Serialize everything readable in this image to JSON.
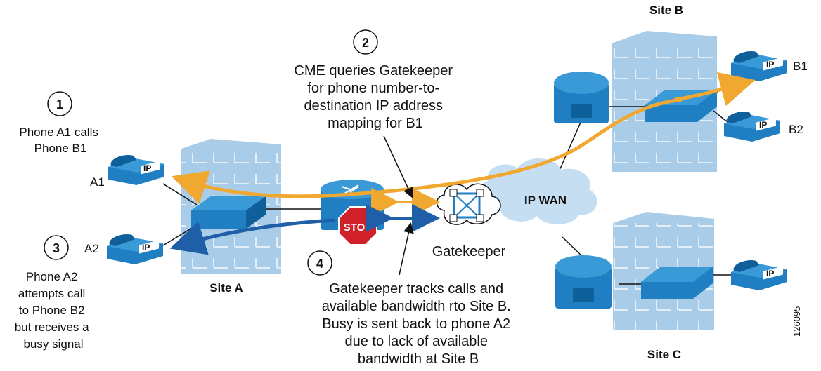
{
  "steps": {
    "s1": {
      "num": "1",
      "text": [
        "Phone A1 calls",
        "Phone B1"
      ]
    },
    "s2": {
      "num": "2",
      "text": [
        "CME queries Gatekeeper",
        "for phone number-to-",
        "destination IP address",
        "mapping for B1"
      ]
    },
    "s3": {
      "num": "3",
      "text": [
        "Phone A2",
        "attempts call",
        "to Phone B2",
        "but receives a",
        "busy signal"
      ]
    },
    "s4": {
      "num": "4",
      "text": [
        "Gatekeeper tracks calls and",
        "available bandwidth rto Site B.",
        "Busy is sent back to phone A2",
        "due to lack of available",
        "bandwidth at Site B"
      ]
    }
  },
  "sites": {
    "a": "Site A",
    "b": "Site B",
    "c": "Site C"
  },
  "phones": {
    "a1": "A1",
    "a2": "A2",
    "b1": "B1",
    "b2": "B2",
    "ip_badge": "IP"
  },
  "wan_label": "IP WAN",
  "gatekeeper_label": "Gatekeeper",
  "stop_label": "STOP",
  "figure_id": "126095",
  "colors": {
    "building": "#a9cde8",
    "building_line": "#dce9f4",
    "device": "#1f7fc2",
    "device_dark": "#0f5f9a",
    "cloud": "#c6def1",
    "orange": "#f0a830",
    "blue_arrow": "#1f5fa8",
    "stop": "#d0202a"
  }
}
